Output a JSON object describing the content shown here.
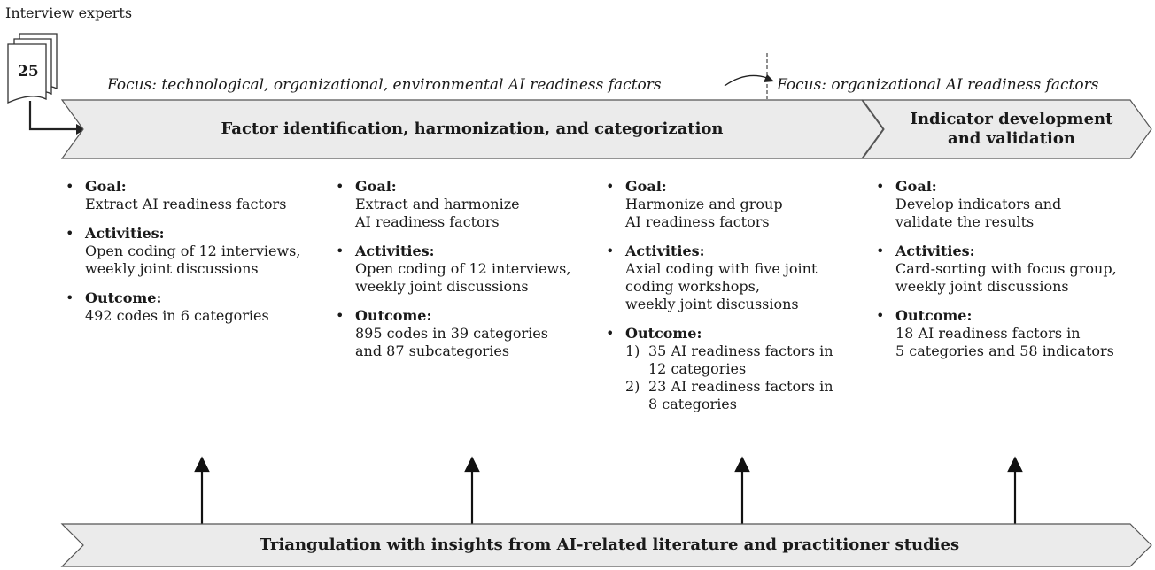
{
  "top_label": "Interview experts",
  "doc_count": "25",
  "focus_left": "Focus: technological, organizational, environmental AI readiness factors",
  "focus_right": "Focus: organizational AI readiness factors",
  "banner1": "Factor identification, harmonization, and categorization",
  "banner2_line1": "Indicator development",
  "banner2_line2": "and validation",
  "bottom_banner": "Triangulation with insights from AI-related literature and practitioner studies",
  "bullet_glyph": "•",
  "labels": {
    "goal": "Goal:",
    "activities": "Activities:",
    "outcome": "Outcome:"
  },
  "columns": [
    {
      "goal": [
        "Extract AI readiness factors"
      ],
      "activities": [
        "Open coding of 12 interviews,",
        "weekly joint discussions"
      ],
      "outcome": [
        "492 codes in 6 categories"
      ]
    },
    {
      "goal": [
        "Extract and harmonize",
        "AI readiness factors"
      ],
      "activities": [
        "Open coding of 12 interviews,",
        "weekly joint discussions"
      ],
      "outcome": [
        "895 codes in 39 categories",
        "and 87 subcategories"
      ]
    },
    {
      "goal": [
        "Harmonize and group",
        "AI readiness factors"
      ],
      "activities": [
        "Axial coding with five joint",
        "coding workshops,",
        "weekly joint discussions"
      ],
      "outcome_numbered": [
        {
          "n": "1)",
          "lines": [
            "35 AI readiness factors in",
            "12 categories"
          ]
        },
        {
          "n": "2)",
          "lines": [
            "23 AI readiness factors in",
            "8 categories"
          ]
        }
      ]
    },
    {
      "goal": [
        "Develop indicators and",
        "validate the results"
      ],
      "activities": [
        "Card-sorting with focus group,",
        "weekly joint discussions"
      ],
      "outcome": [
        "18 AI readiness factors in",
        "5 categories and 58 indicators"
      ]
    }
  ]
}
